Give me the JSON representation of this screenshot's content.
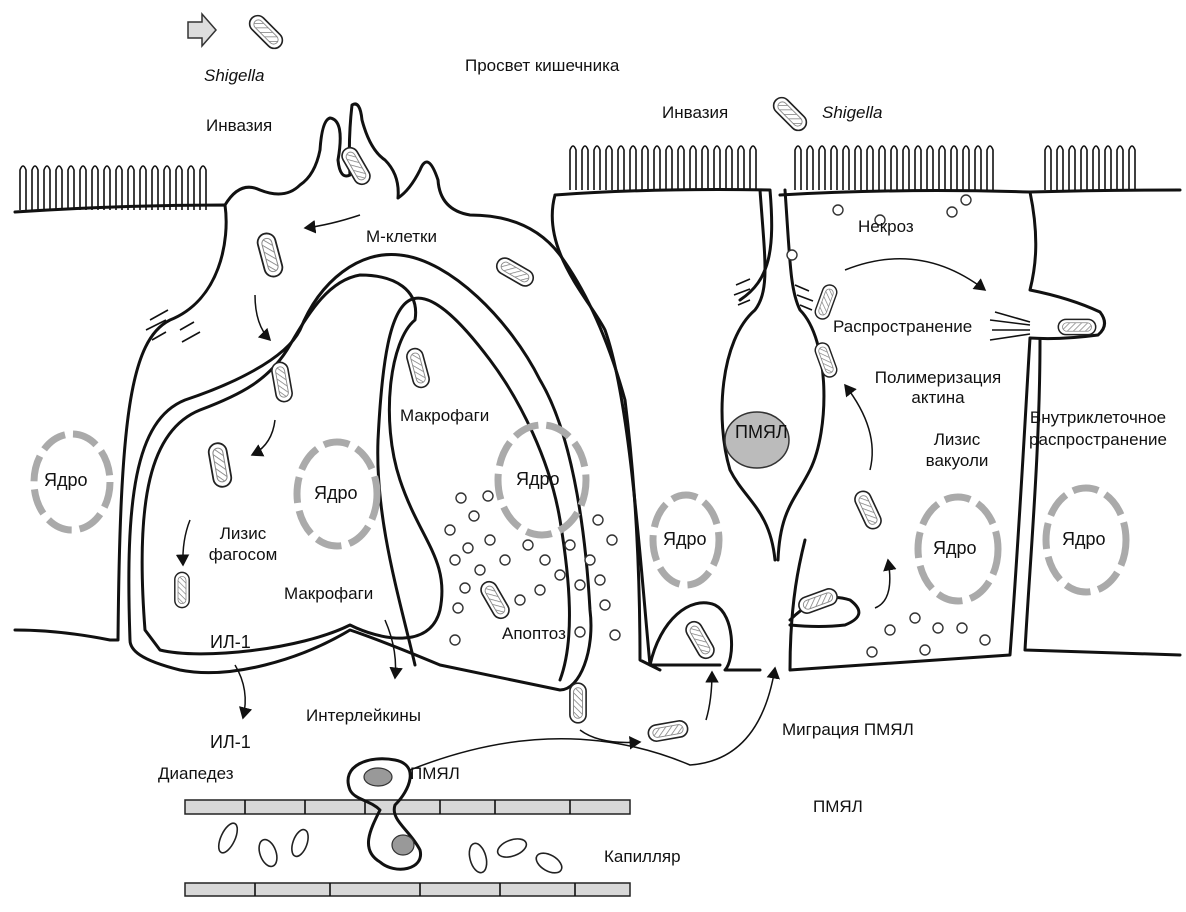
{
  "labels": {
    "shigella_top": "Shigella",
    "lumen": "Просвет кишечника",
    "invasion_left": "Инвазия",
    "invasion_right": "Инвазия",
    "shigella_right": "Shigella",
    "m_cells": "М-клетки",
    "necrosis": "Некроз",
    "spread": "Распространение",
    "actin_1": "Полимеризация",
    "actin_2": "актина",
    "intracell_1": "Внутриклеточное",
    "intracell_2": "распространение",
    "vacuole_1": "Лизис",
    "vacuole_2": "вакуоли",
    "macrophages_1": "Макрофаги",
    "macrophages_2": "Макрофаги",
    "pmn_center": "ПМЯЛ",
    "nucleus_1": "Ядро",
    "nucleus_2": "Ядро",
    "nucleus_3": "Ядро",
    "nucleus_4": "Ядро",
    "nucleus_5": "Ядро",
    "nucleus_6": "Ядро",
    "phago_1": "Лизис",
    "phago_2": "фагосом",
    "apoptosis": "Апоптоз",
    "il1_top": "ИЛ-1",
    "il1_bottom": "ИЛ-1",
    "interleukins": "Интерлейкины",
    "diapedesis": "Диапедез",
    "pmn_capillary": "ПМЯЛ",
    "pmn_migration": "Миграция ПМЯЛ",
    "pmn_right": "ПМЯЛ",
    "capillary": "Капилляр"
  },
  "colors": {
    "line": "#111111",
    "nucleus": "#aaaaaa",
    "pmn_nucleus": "#999999",
    "capillary_wall": "#d8d8d8"
  }
}
